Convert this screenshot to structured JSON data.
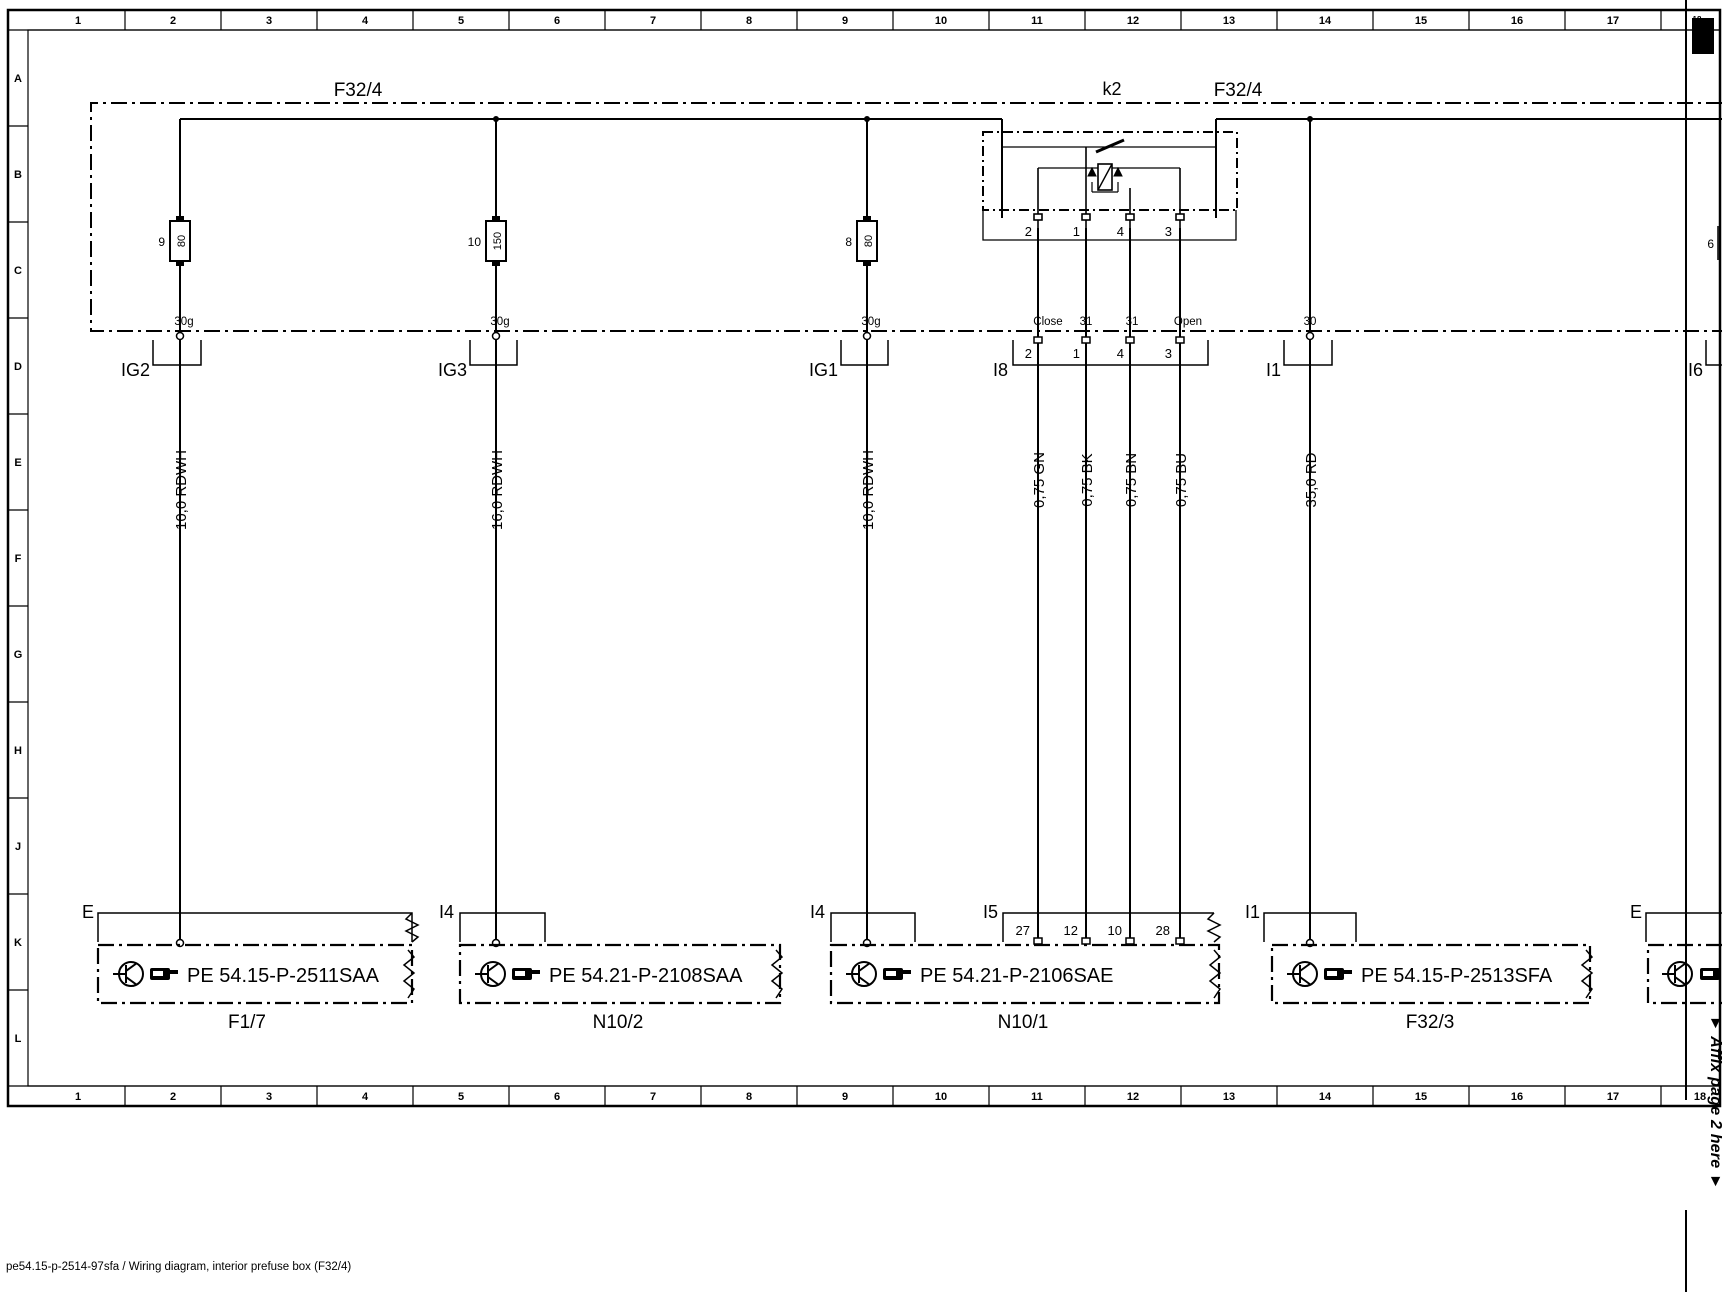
{
  "column_numbers": [
    "1",
    "2",
    "3",
    "4",
    "5",
    "6",
    "7",
    "8",
    "9",
    "10",
    "11",
    "12",
    "13",
    "14",
    "15",
    "16",
    "17",
    "18"
  ],
  "row_letters": [
    "A",
    "B",
    "C",
    "D",
    "E",
    "F",
    "G",
    "H",
    "J",
    "K",
    "L"
  ],
  "prefuse_box": {
    "label_left": "F32/4",
    "label_right": "F32/4",
    "relay_label": "k2",
    "relay_pins": [
      "2",
      "1",
      "4",
      "3"
    ],
    "partial_right_pin": "6"
  },
  "fuses": [
    {
      "pin": "9",
      "rating": "80"
    },
    {
      "pin": "10",
      "rating": "150"
    },
    {
      "pin": "8",
      "rating": "80"
    }
  ],
  "terminals": [
    "30g",
    "30g",
    "30g",
    "Close",
    "31",
    "31",
    "Open",
    "30"
  ],
  "connectors": {
    "upper": [
      "IG2",
      "IG3",
      "IG1",
      "I8",
      "I1",
      "I6"
    ],
    "i8_pins": [
      "2",
      "1",
      "4",
      "3"
    ],
    "lower": [
      "E",
      "I4",
      "I4",
      "I5",
      "I1",
      "E"
    ],
    "i5_pins": [
      "27",
      "12",
      "10",
      "28"
    ]
  },
  "wires": [
    "10,0 RDWH",
    "16,0 RDWH",
    "10,0 RDWH",
    "0,75 GN",
    "0,75 BK",
    "0,75 BN",
    "0,75 BU",
    "35,0 RD"
  ],
  "modules": [
    {
      "ref": "PE 54.15-P-2511SAA",
      "label": "F1/7"
    },
    {
      "ref": "PE 54.21-P-2108SAA",
      "label": "N10/2"
    },
    {
      "ref": "PE 54.21-P-2106SAE",
      "label": "N10/1"
    },
    {
      "ref": "PE 54.15-P-2513SFA",
      "label": "F32/3"
    }
  ],
  "footer": "pe54.15-p-2514-97sfa / Wiring diagram, interior prefuse box (F32/4)",
  "affix_note": "▼ Affix page 2 here ▼",
  "icons": [
    "transistor-symbol-icon",
    "pointing-hand-icon",
    "relay-coil-icon",
    "spring-break-icon"
  ]
}
